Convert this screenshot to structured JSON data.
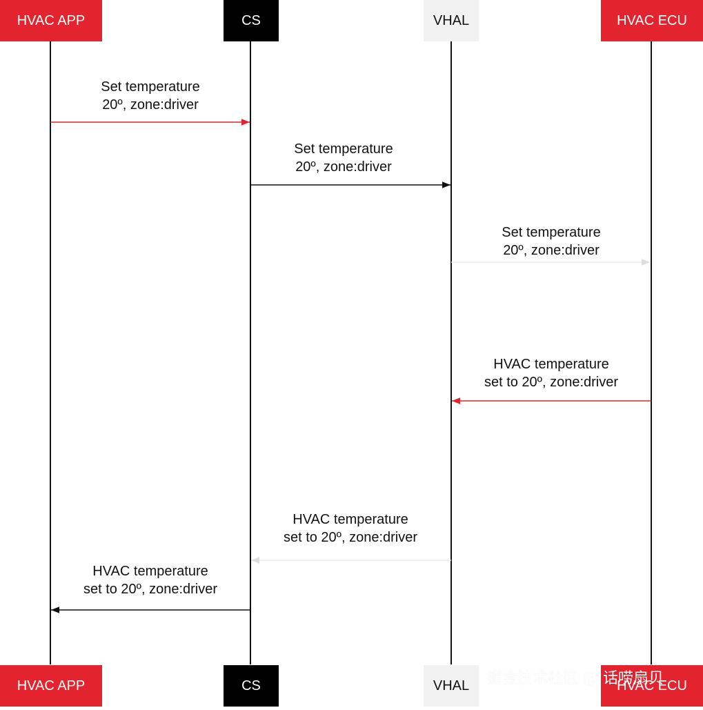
{
  "lifelines": {
    "app": {
      "label": "HVAC APP"
    },
    "cs": {
      "label": "CS"
    },
    "vhal": {
      "label": "VHAL"
    },
    "ecu": {
      "label": "HVAC ECU"
    }
  },
  "messages": [
    {
      "from": "app",
      "to": "cs",
      "line1": "Set temperature",
      "line2": "20º, zone:driver",
      "color": "#e3232d"
    },
    {
      "from": "cs",
      "to": "vhal",
      "line1": "Set temperature",
      "line2": "20º, zone:driver",
      "color": "#111111"
    },
    {
      "from": "vhal",
      "to": "ecu",
      "line1": "Set temperature",
      "line2": "20º, zone:driver",
      "color": "#eeeeee"
    },
    {
      "from": "ecu",
      "to": "vhal",
      "line1": "HVAC temperature",
      "line2": "set to 20º, zone:driver",
      "color": "#e3232d"
    },
    {
      "from": "vhal",
      "to": "cs",
      "line1": "HVAC temperature",
      "line2": "set to 20º, zone:driver",
      "color": "#eeeeee"
    },
    {
      "from": "cs",
      "to": "app",
      "line1": "HVAC temperature",
      "line2": "set to 20º, zone:driver",
      "color": "#111111"
    }
  ],
  "watermark": "掘金技术社区 @ 话唠扇贝",
  "colors": {
    "accent_red": "#e3232d",
    "black": "#000000",
    "light_gray": "#f2f2f2",
    "lifeline": "#111111"
  }
}
